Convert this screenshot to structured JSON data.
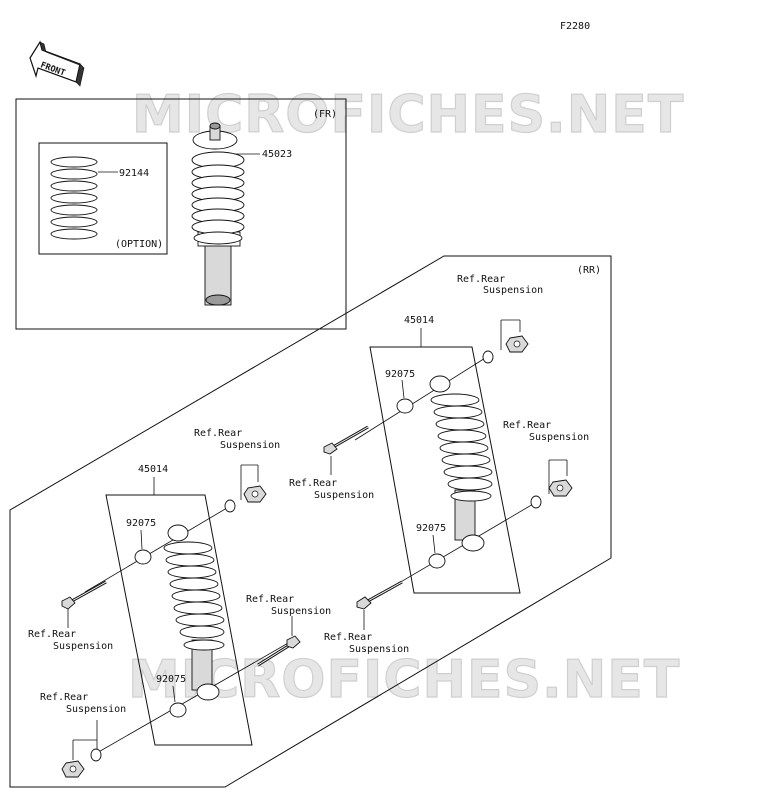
{
  "diagram_code": "F2280",
  "front_label": "FRONT",
  "watermark": "MICROFICHES.NET",
  "front_section": {
    "title": "(FR)",
    "option_label": "(OPTION)",
    "spring_part": "92144",
    "shock_part": "45023"
  },
  "rear_section": {
    "title": "(RR)",
    "left_shock": {
      "assembly_part": "45014",
      "bushing_top": "92075",
      "bushing_bottom": "92075"
    },
    "right_shock": {
      "assembly_part": "45014",
      "bushing_top": "92075",
      "bushing_bottom": "92075"
    },
    "ref_line1": "Ref.Rear",
    "ref_line2": "Suspension"
  }
}
